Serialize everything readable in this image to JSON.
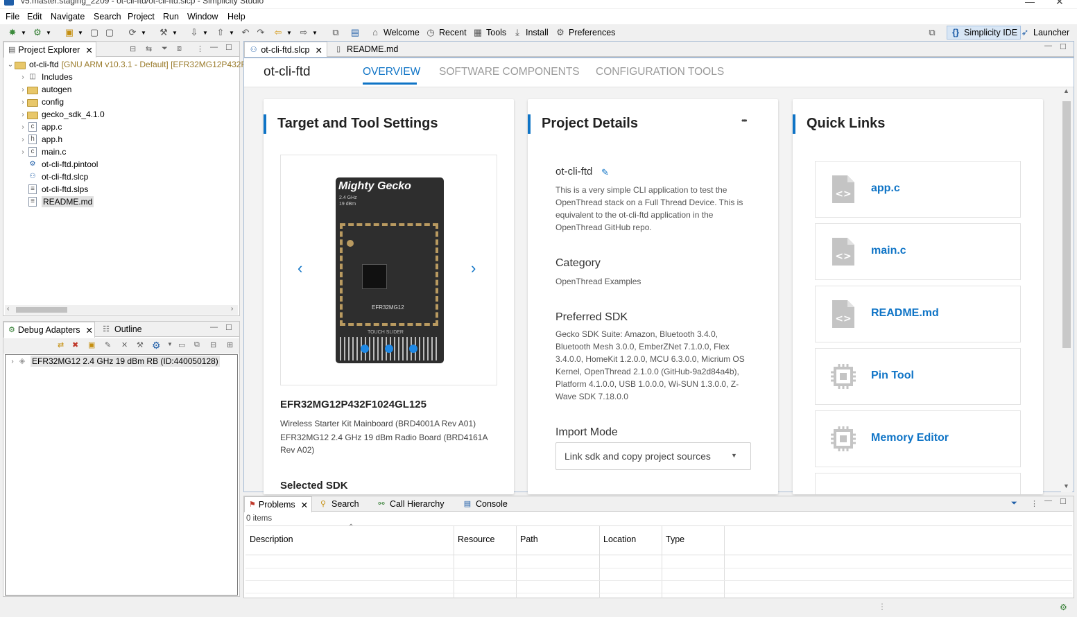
{
  "window": {
    "title": "v5.master.staging_2209 - ot-cli-ftd/ot-cli-ftd.slcp - Simplicity Studio"
  },
  "menu": [
    "File",
    "Edit",
    "Navigate",
    "Search",
    "Project",
    "Run",
    "Window",
    "Help"
  ],
  "toolbar": {
    "welcome": "Welcome",
    "recent": "Recent",
    "tools": "Tools",
    "install": "Install",
    "preferences": "Preferences",
    "perspective_ide": "Simplicity IDE",
    "perspective_launcher": "Launcher"
  },
  "project_explorer": {
    "tab": "Project Explorer",
    "project": "ot-cli-ftd",
    "project_meta": "[GNU ARM v10.3.1 - Default] [EFR32MG12P432F",
    "items": [
      {
        "label": "Includes",
        "type": "includes",
        "expandable": true
      },
      {
        "label": "autogen",
        "type": "folder",
        "expandable": true
      },
      {
        "label": "config",
        "type": "folder",
        "expandable": true
      },
      {
        "label": "gecko_sdk_4.1.0",
        "type": "folder",
        "expandable": true
      },
      {
        "label": "app.c",
        "type": "c-file",
        "expandable": true
      },
      {
        "label": "app.h",
        "type": "h-file",
        "expandable": true
      },
      {
        "label": "main.c",
        "type": "c-file",
        "expandable": true
      },
      {
        "label": "ot-cli-ftd.pintool",
        "type": "gear-file",
        "expandable": false
      },
      {
        "label": "ot-cli-ftd.slcp",
        "type": "slcp-file",
        "expandable": false
      },
      {
        "label": "ot-cli-ftd.slps",
        "type": "file",
        "expandable": false
      },
      {
        "label": "README.md",
        "type": "file",
        "expandable": false,
        "selected": true
      }
    ]
  },
  "debug_adapters": {
    "tab": "Debug Adapters",
    "tab_outline": "Outline",
    "device": "EFR32MG12 2.4 GHz 19 dBm RB (ID:440050128)"
  },
  "editor": {
    "tabs": [
      {
        "label": "ot-cli-ftd.slcp",
        "active": true
      },
      {
        "label": "README.md",
        "active": false
      }
    ],
    "project_name": "ot-cli-ftd",
    "nav": [
      {
        "label": "OVERVIEW",
        "active": true
      },
      {
        "label": "SOFTWARE COMPONENTS",
        "active": false
      },
      {
        "label": "CONFIGURATION TOOLS",
        "active": false
      }
    ],
    "target": {
      "title": "Target and Tool Settings",
      "board_brand": "Mighty Gecko",
      "board_sub1": "2.4 GHz",
      "board_sub2": "19 dBm",
      "board_chip": "EFR32MG12",
      "board_slider": "TOUCH SLIDER",
      "part": "EFR32MG12P432F1024GL125",
      "board1": "Wireless Starter Kit Mainboard (BRD4001A Rev A01)",
      "board2": "EFR32MG12 2.4 GHz 19 dBm Radio Board (BRD4161A Rev A02)",
      "selected_sdk": "Selected SDK"
    },
    "details": {
      "title": "Project Details",
      "more": "•••",
      "name": "ot-cli-ftd",
      "description": "This is a very simple CLI application to test the OpenThread stack on a Full Thread Device. This is equivalent to the ot-cli-ftd application in the OpenThread GitHub repo.",
      "category_h": "Category",
      "category": "OpenThread Examples",
      "sdk_h": "Preferred SDK",
      "sdk": "Gecko SDK Suite: Amazon, Bluetooth 3.4.0, Bluetooth Mesh 3.0.0, EmberZNet 7.1.0.0, Flex 3.4.0.0, HomeKit 1.2.0.0, MCU 6.3.0.0, Micrium OS Kernel, OpenThread 2.1.0.0 (GitHub-9a2d84a4b), Platform 4.1.0.0, USB 1.0.0.0, Wi-SUN 1.3.0.0, Z-Wave SDK 7.18.0.0",
      "import_h": "Import Mode",
      "import_value": "Link sdk and copy project sources"
    },
    "quick_links": {
      "title": "Quick Links",
      "items": [
        {
          "label": "app.c",
          "icon": "code-file-icon"
        },
        {
          "label": "main.c",
          "icon": "code-file-icon"
        },
        {
          "label": "README.md",
          "icon": "code-file-icon"
        },
        {
          "label": "Pin Tool",
          "icon": "chip-icon"
        },
        {
          "label": "Memory Editor",
          "icon": "chip-icon"
        }
      ]
    }
  },
  "bottom": {
    "tabs": [
      "Problems",
      "Search",
      "Call Hierarchy",
      "Console"
    ],
    "count": "0 items",
    "columns": [
      "Description",
      "Resource",
      "Path",
      "Location",
      "Type"
    ]
  }
}
